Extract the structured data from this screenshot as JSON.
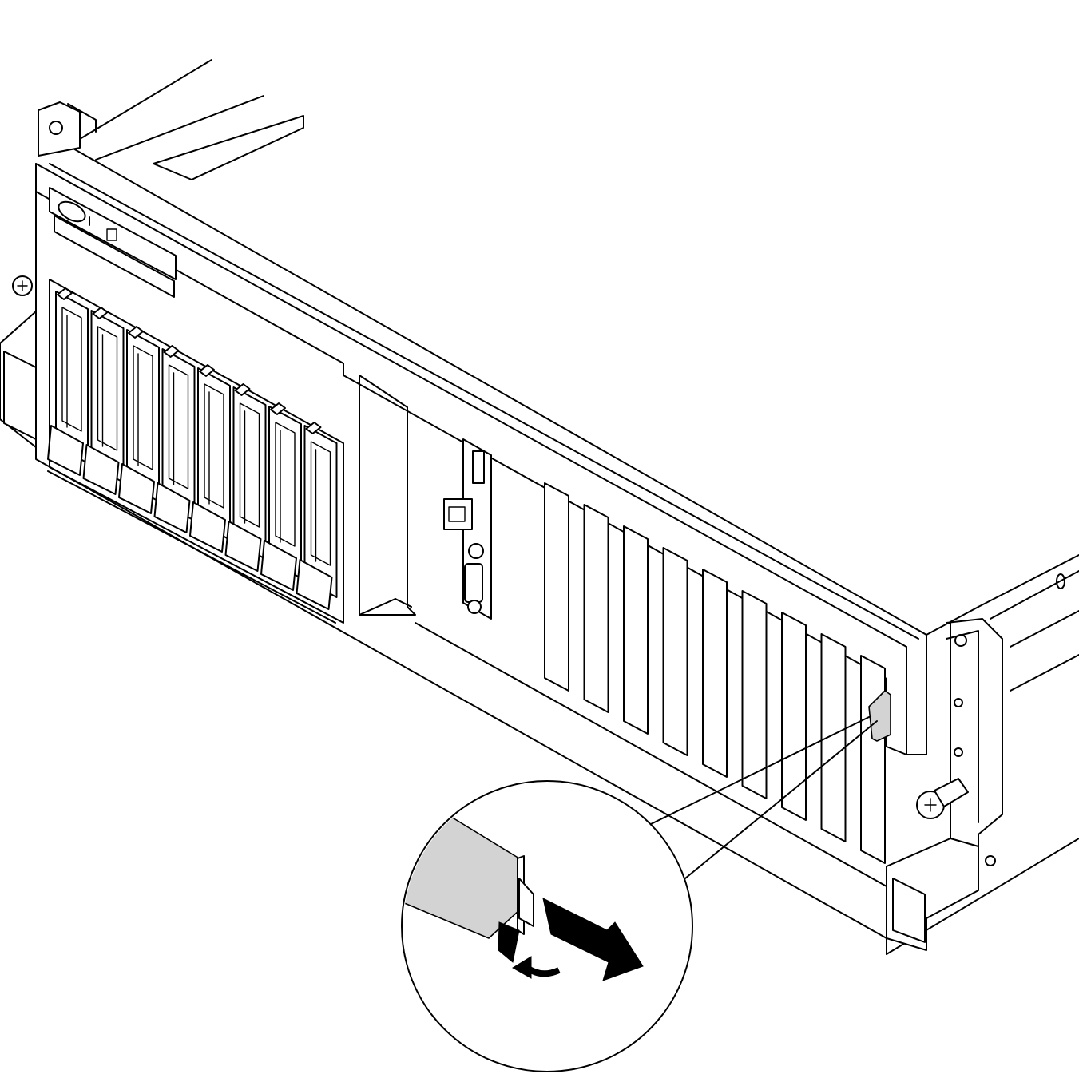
{
  "figure": {
    "subject": "server-front-chassis",
    "icons": [
      "rack-ear-left",
      "rack-ear-right",
      "thumbscrew-icon",
      "release-latch-icon",
      "slide-arrow-icon",
      "rotate-arrow-icon"
    ],
    "colors": {
      "line": "#000000",
      "highlight": "#d3d3d3",
      "background": "#ffffff"
    }
  }
}
